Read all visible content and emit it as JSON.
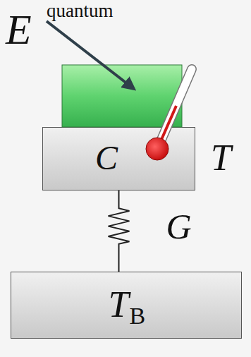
{
  "diagram": {
    "nodes": [
      {
        "text": [
          "C",
          "T"
        ]
      },
      {
        "text": [
          "T",
          "B"
        ]
      }
    ],
    "edges": [
      {
        "from": 0,
        "to": 1,
        "arrow": "none",
        "label": "G"
      }
    ],
    "labels": [
      "quantum",
      "E"
    ]
  }
}
